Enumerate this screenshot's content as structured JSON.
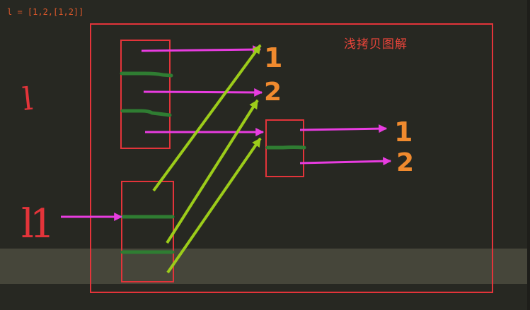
{
  "code": {
    "line": "l = [1,2,[1,2]]"
  },
  "title": "浅拷贝图解",
  "labels": {
    "var_l": "l",
    "var_l1": "l1",
    "val_1_top": "1",
    "val_2_top": "2",
    "val_1_right": "1",
    "val_2_right": "2"
  },
  "colors": {
    "background": "#272822",
    "frame_red": "#e3343a",
    "arrow_magenta": "#e83ce0",
    "arrow_green": "#9ccc1a",
    "slot_green": "#2f7d32",
    "value_orange": "#f08a2e",
    "code_text": "#d9572a"
  }
}
